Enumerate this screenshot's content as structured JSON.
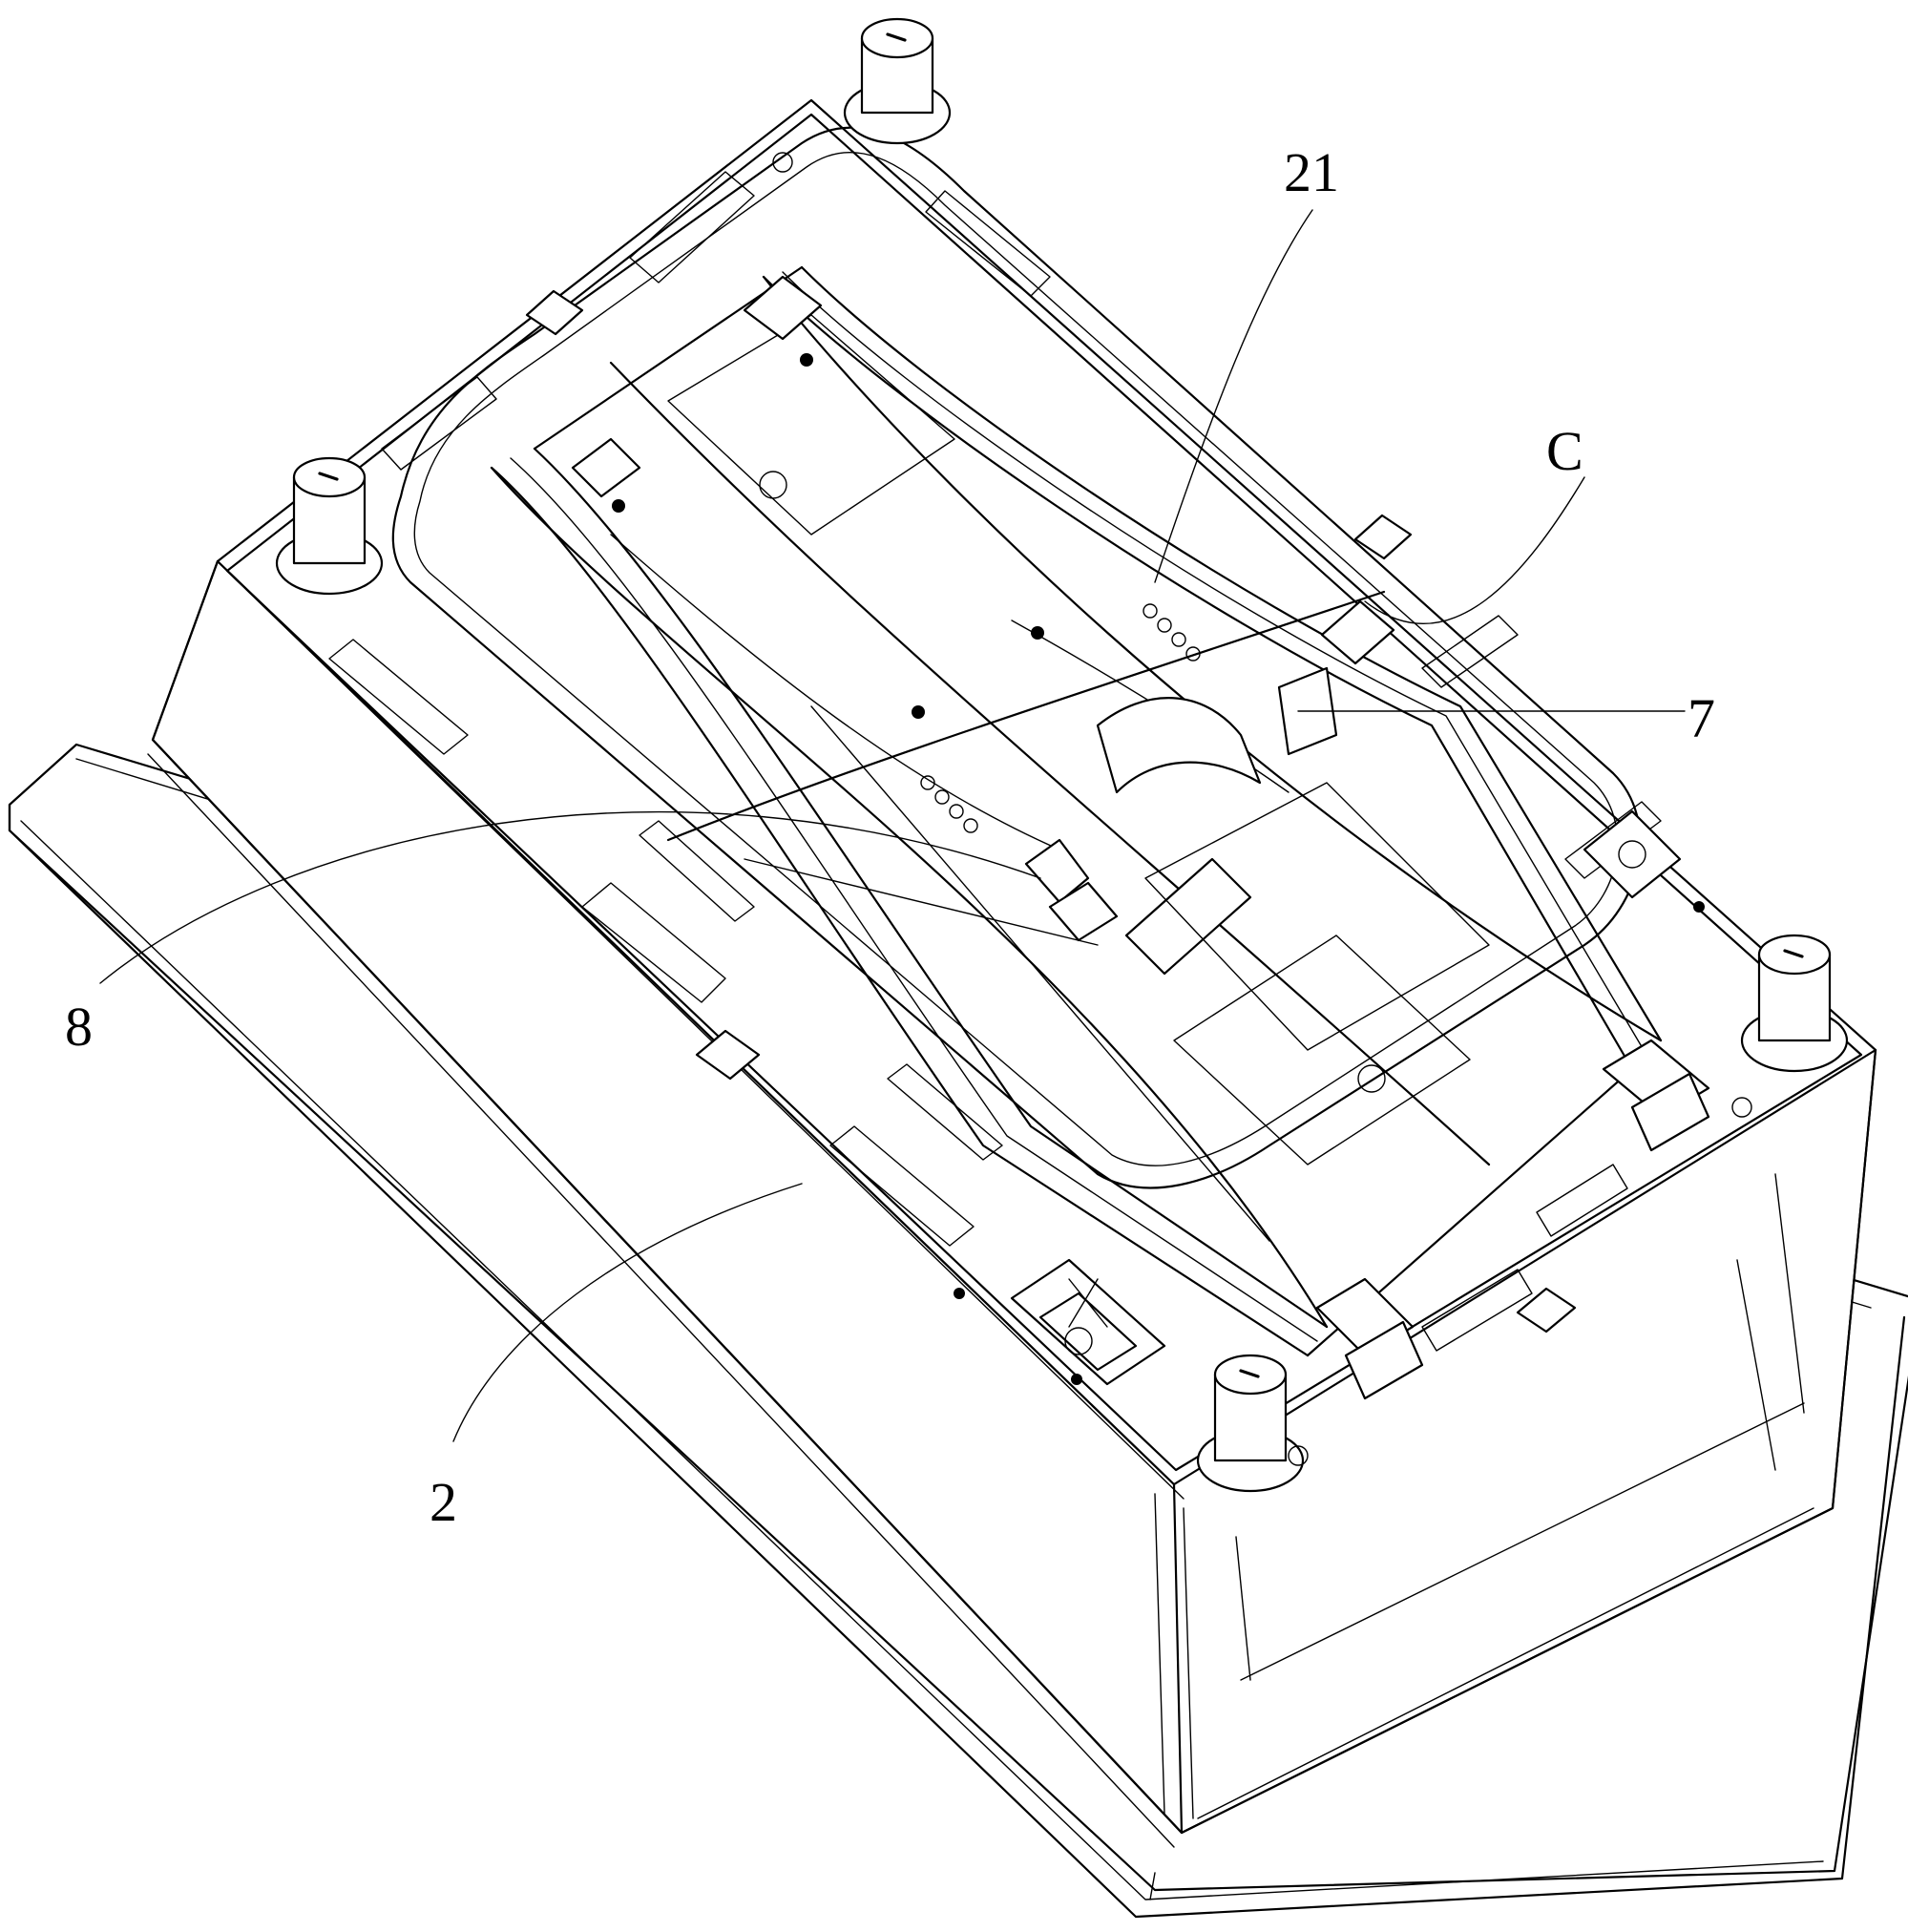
{
  "figure": {
    "colors": {
      "line": "#000000",
      "background": "#ffffff"
    },
    "callouts": [
      {
        "id": "label-21",
        "text": "21"
      },
      {
        "id": "label-c",
        "text": "C"
      },
      {
        "id": "label-7",
        "text": "7"
      },
      {
        "id": "label-8",
        "text": "8"
      },
      {
        "id": "label-2",
        "text": "2"
      }
    ]
  }
}
